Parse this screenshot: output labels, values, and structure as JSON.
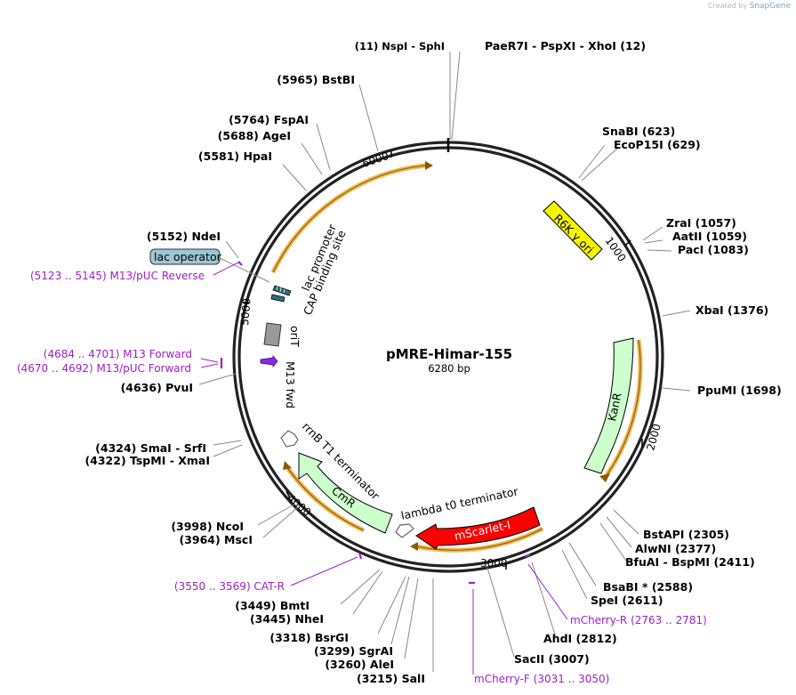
{
  "credit": {
    "prefix": "Created by",
    "brand": "SnapGene"
  },
  "plasmid": {
    "name": "pMRE-Himar-155",
    "size_label": "6280 bp",
    "length": 6280
  },
  "ticks": [
    "1000",
    "2000",
    "3000",
    "4000",
    "5000",
    "6000"
  ],
  "enzymes": [
    {
      "id": "nspi",
      "text": "(11)  NspI  - SphI"
    },
    {
      "id": "paer7i",
      "text": "PaeR7I  - PspXI  - XhoI  (12)"
    },
    {
      "id": "snabi",
      "text": "SnaBI  (623)"
    },
    {
      "id": "ecop15i",
      "text": "EcoP15I  (629)"
    },
    {
      "id": "zrai",
      "text": "ZraI  (1057)"
    },
    {
      "id": "aatii",
      "text": "AatII  (1059)"
    },
    {
      "id": "paci",
      "text": "PacI  (1083)"
    },
    {
      "id": "xbai",
      "text": "XbaI  (1376)"
    },
    {
      "id": "ppumi",
      "text": "PpuMI  (1698)"
    },
    {
      "id": "bstapi",
      "text": "BstAPI  (2305)"
    },
    {
      "id": "alwni",
      "text": "AlwNI  (2377)"
    },
    {
      "id": "bfuai",
      "text": "BfuAI  - BspMI  (2411)"
    },
    {
      "id": "bsabi",
      "text": "BsaBI *  (2588)"
    },
    {
      "id": "spei",
      "text": "SpeI  (2611)"
    },
    {
      "id": "ahdi",
      "text": "AhdI  (2812)"
    },
    {
      "id": "sacii",
      "text": "SacII  (3007)"
    },
    {
      "id": "sali",
      "text": "(3215)  SalI"
    },
    {
      "id": "alei",
      "text": "(3260)  AleI"
    },
    {
      "id": "sgrai",
      "text": "(3299)  SgrAI"
    },
    {
      "id": "bsrgi",
      "text": "(3318)  BsrGI"
    },
    {
      "id": "nhei",
      "text": "(3445)  NheI"
    },
    {
      "id": "bmti",
      "text": "(3449)  BmtI"
    },
    {
      "id": "msci",
      "text": "(3964)  MscI"
    },
    {
      "id": "ncoi",
      "text": "(3998)  NcoI"
    },
    {
      "id": "tspmi",
      "text": "(4322)  TspMI  - XmaI"
    },
    {
      "id": "smai",
      "text": "(4324)  SmaI  - SrfI"
    },
    {
      "id": "pvui",
      "text": "(4636)  PvuI"
    },
    {
      "id": "ndei",
      "text": "(5152)  NdeI"
    },
    {
      "id": "hpai",
      "text": "(5581)  HpaI"
    },
    {
      "id": "agei",
      "text": "(5688)  AgeI"
    },
    {
      "id": "fspai",
      "text": "(5764)  FspAI"
    },
    {
      "id": "bstbi",
      "text": "(5965)  BstBI"
    }
  ],
  "primers": [
    {
      "id": "m13puc-rev",
      "text": "(5123 .. 5145)  M13/pUC Reverse"
    },
    {
      "id": "m13-fwd",
      "text": "(4684 .. 4701)  M13 Forward"
    },
    {
      "id": "m13puc-fwd",
      "text": "(4670 .. 4692)  M13/pUC Forward"
    },
    {
      "id": "cat-r",
      "text": "(3550 .. 3569)  CAT-R"
    },
    {
      "id": "mcherry-r",
      "text": "mCherry-R  (2763 .. 2781)"
    },
    {
      "id": "mcherry-f",
      "text": "mCherry-F  (3031 .. 3050)"
    }
  ],
  "features": [
    {
      "id": "r6k",
      "label": "R6K γ ori",
      "color": "#f5f500"
    },
    {
      "id": "kanr",
      "label": "KanR",
      "color": "#ccffcc"
    },
    {
      "id": "mscarlet",
      "label": "mScarlet-I",
      "color": "#ff0000"
    },
    {
      "id": "lambda-t0",
      "label": "lambda t0 terminator"
    },
    {
      "id": "cmr",
      "label": "CmR",
      "color": "#ccffcc"
    },
    {
      "id": "rrnb",
      "label": "rrnB T1 terminator"
    },
    {
      "id": "m13fwd",
      "label": "M13 fwd",
      "color": "#8a2be2"
    },
    {
      "id": "orit",
      "label": "oriT",
      "color": "#999999"
    },
    {
      "id": "cap",
      "label": "CAP binding site",
      "color": "#2e6e7e"
    },
    {
      "id": "lacpromoter",
      "label": "lac promoter",
      "color": "#2e6e7e"
    },
    {
      "id": "lacoperator",
      "label": "lac operator",
      "color": "#9ec7d6"
    }
  ],
  "colors": {
    "backbone": "#000000",
    "orf_orange": "#f0b850",
    "primer": "#a020c8"
  }
}
